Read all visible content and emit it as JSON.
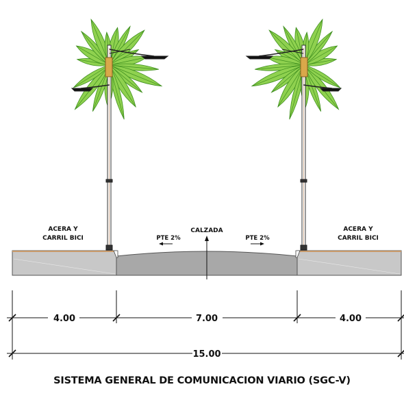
{
  "labels": {
    "left_sidewalk": [
      "ACERA Y",
      "CARRIL BICI"
    ],
    "right_sidewalk": [
      "ACERA Y",
      "CARRIL BICI"
    ],
    "roadway": "CALZADA",
    "slope_left": "PTE 2%",
    "slope_right": "PTE 2%"
  },
  "dimensions": {
    "left": "4.00",
    "center": "7.00",
    "right": "4.00",
    "total": "15.00"
  },
  "caption": "SISTEMA GENERAL DE COMUNICACION VIARIO (SGC-V)",
  "colors": {
    "palm_light": "#8fd14f",
    "palm_dark": "#3f8f1f",
    "trunk": "#d4a040",
    "sidewalk": "#c8c8c8",
    "roadway": "#a8a8a8",
    "curb_edge": "#c89a6a"
  }
}
